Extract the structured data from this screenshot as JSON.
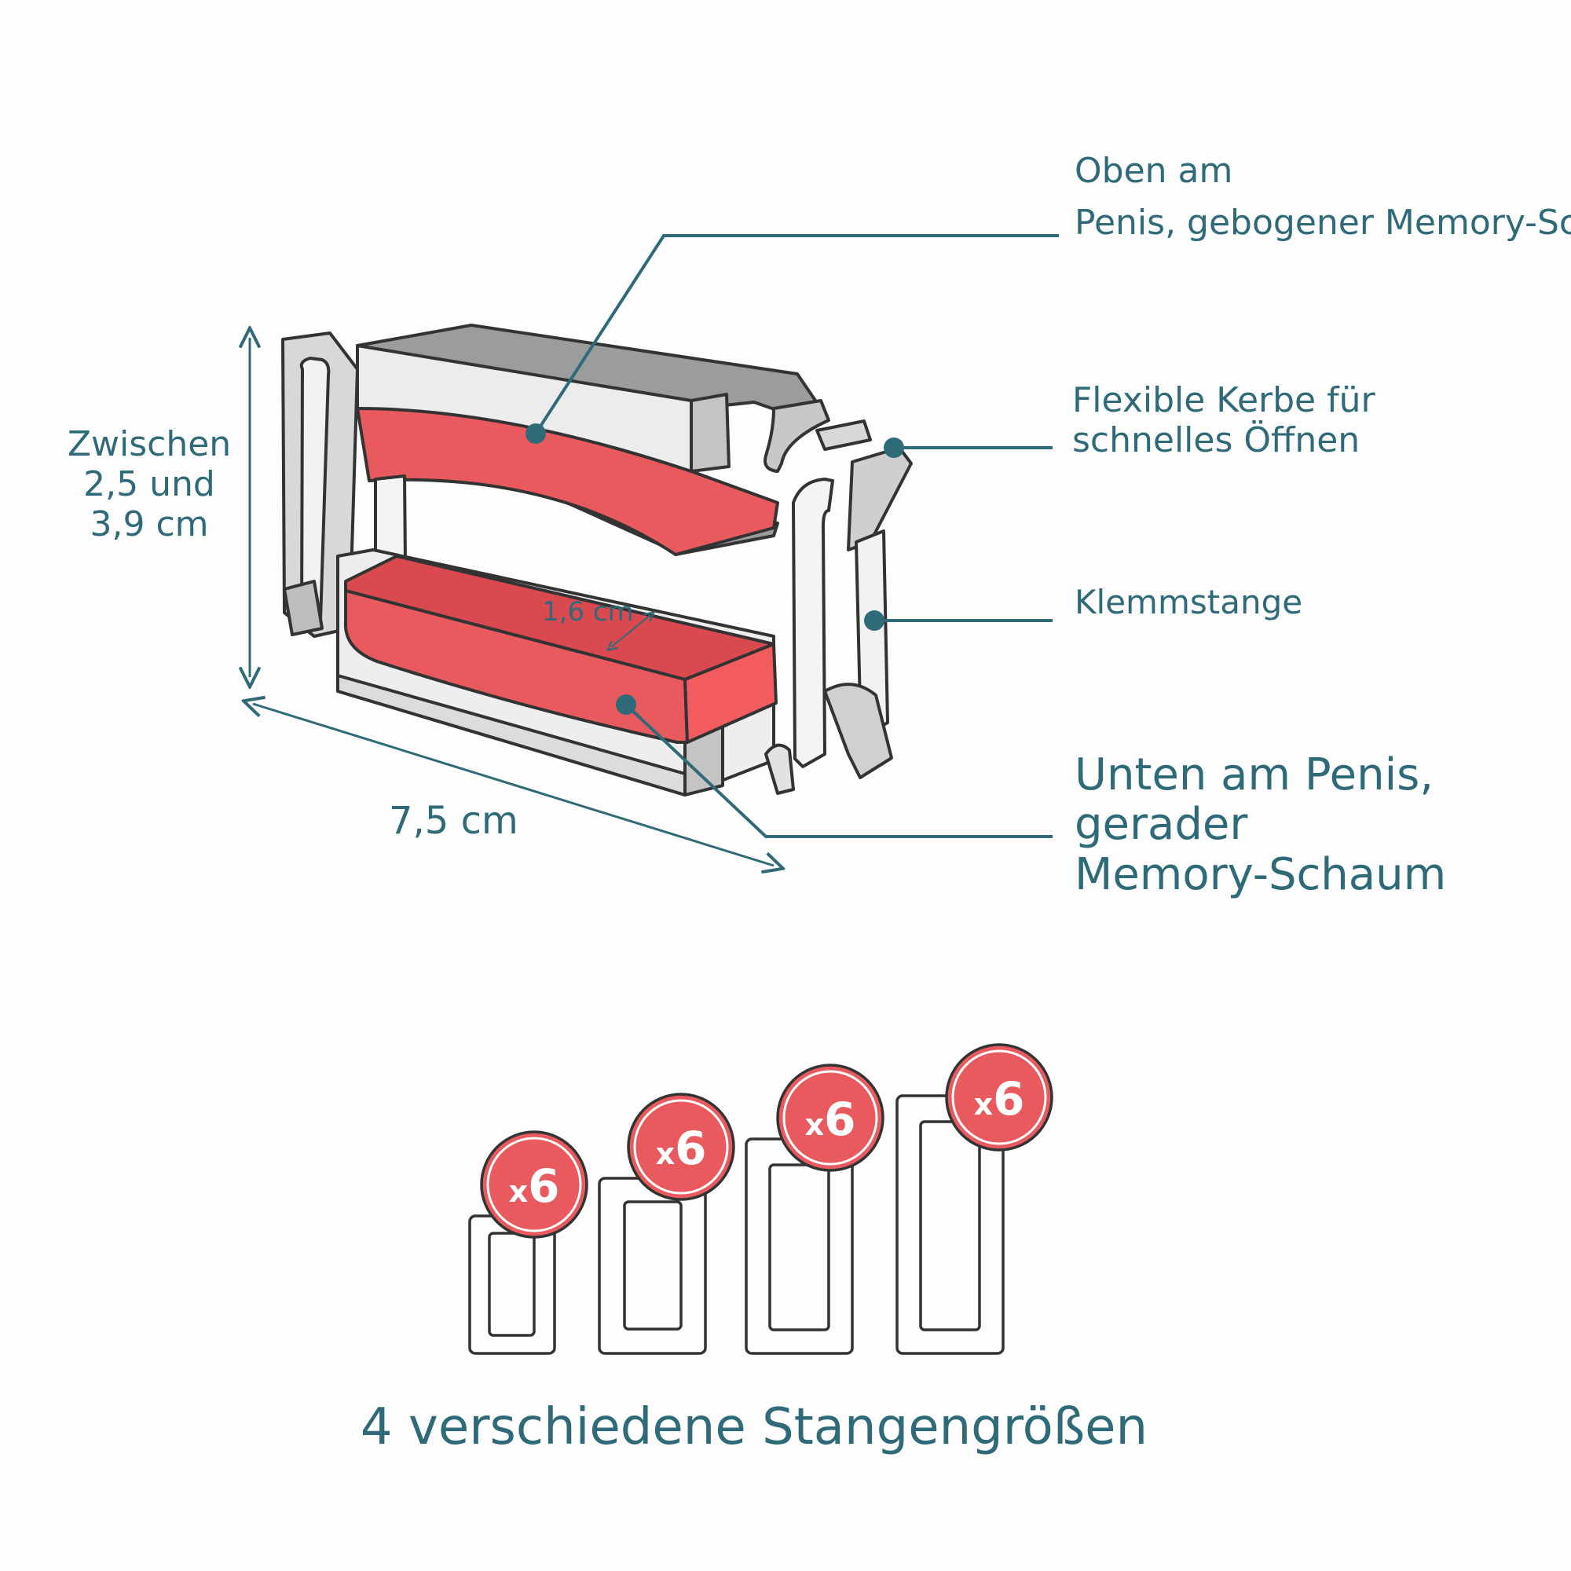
{
  "labels": {
    "top_foam_line1": "Oben\nam",
    "top_foam_line2": "Penis, gebogener Memory-Sc",
    "notch": "Flexible Kerbe für\nschnelles Öffnen",
    "bar": "Klemmstange",
    "bottom_foam": "Unten am Penis,\ngerader\nMemory-Schaum"
  },
  "dimensions": {
    "height": "Zwischen\n2,5 und\n3,9 cm",
    "width": "7,5 cm",
    "foam_thickness": "1,6 cm"
  },
  "sizes": {
    "caption": "4 verschiedene Stangengrößen",
    "bars": [
      {
        "badge_x": "x",
        "badge_count": "6"
      },
      {
        "badge_x": "x",
        "badge_count": "6"
      },
      {
        "badge_x": "x",
        "badge_count": "6"
      },
      {
        "badge_x": "x",
        "badge_count": "6"
      }
    ]
  },
  "colors": {
    "text": "#2f6a78",
    "foam": "#e85a5e",
    "frame_dark": "#9a9a9a",
    "frame_light": "#ececec",
    "outline": "#333333"
  }
}
